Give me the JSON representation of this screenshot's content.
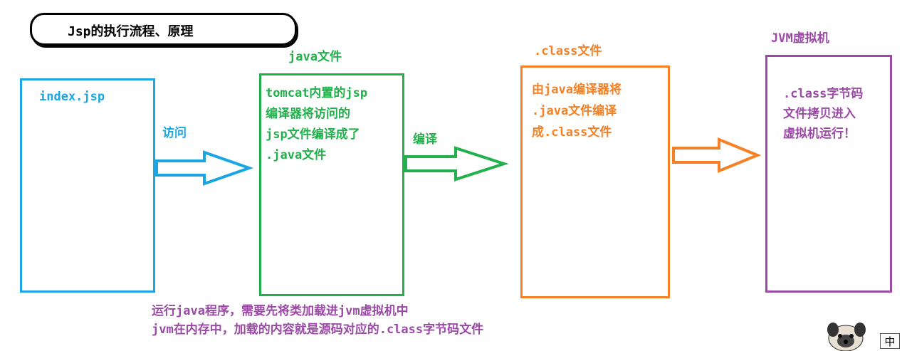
{
  "title": "Jsp的执行流程、原理",
  "labels": {
    "java_file": "java文件",
    "class_file": ".class文件",
    "jvm": "JVM虚拟机"
  },
  "boxes": {
    "jsp": "index.jsp",
    "java": "tomcat内置的jsp\n编译器将访问的\njsp文件编译成了\n.java文件",
    "class": "由java编译器将\n.java文件编译\n成.class文件",
    "jvm": ".class字节码\n文件拷贝进入\n虚拟机运行！"
  },
  "arrows": {
    "access": "访问",
    "compile": "编译"
  },
  "footer": {
    "line1": "运行java程序，需要先将类加载进jvm虚拟机中",
    "line2": "jvm在内存中，加载的内容就是源码对应的.class字节码文件"
  },
  "ime_badge": "中",
  "colors": {
    "blue": "#1ba6e3",
    "green": "#21b04b",
    "orange": "#f58025",
    "purple": "#9b4aa6"
  }
}
